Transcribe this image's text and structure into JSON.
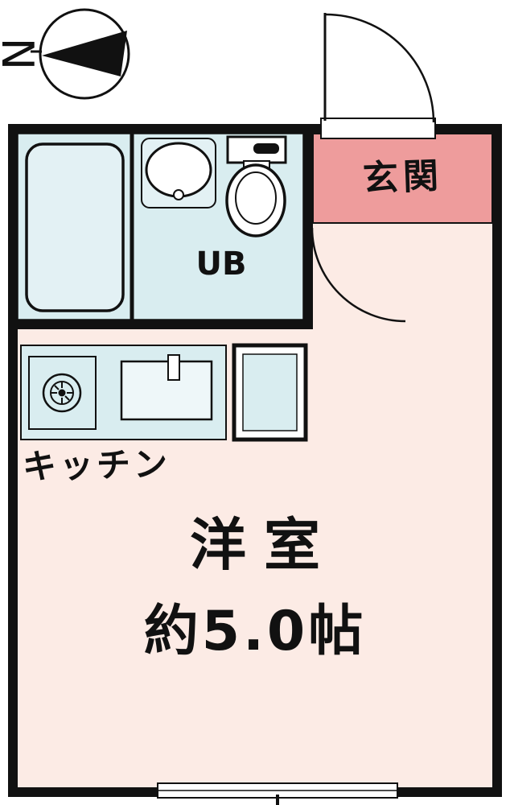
{
  "compass": {
    "north_letter": "N"
  },
  "rooms": {
    "genkan": {
      "label": "玄関"
    },
    "unit_bath": {
      "label": "UB"
    },
    "kitchen": {
      "label": "キッチン"
    },
    "main_room": {
      "name": "洋室",
      "size": "約5.0帖"
    }
  },
  "colors": {
    "wall_color": "#111111",
    "room_fill": "#fcebe5",
    "genkan_fill": "#ee9c9c",
    "bath_fill": "#d9edf0",
    "fixture_fill": "#ffffff"
  }
}
